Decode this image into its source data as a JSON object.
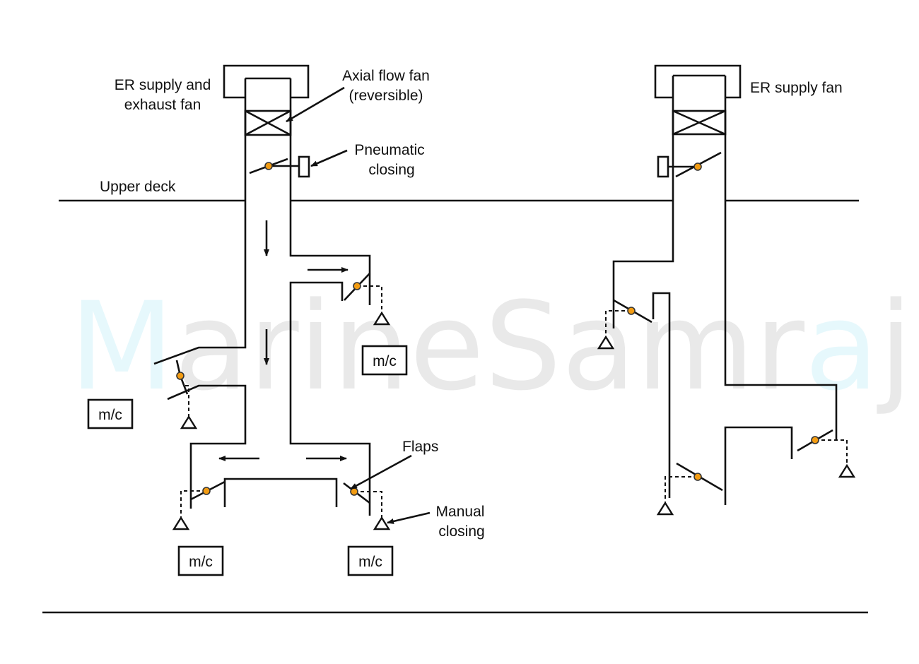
{
  "watermark": {
    "parts": [
      "M",
      "arine",
      "Samr",
      "a",
      "j"
    ],
    "accent_color": "#e6f8fc",
    "main_color": "#e9e9e9"
  },
  "labels": {
    "er_supply_exhaust_line1": "ER supply and",
    "er_supply_exhaust_line2": "exhaust fan",
    "axial_fan_line1": "Axial flow fan",
    "axial_fan_line2": "(reversible)",
    "pneumatic_line1": "Pneumatic",
    "pneumatic_line2": "closing",
    "upper_deck": "Upper deck",
    "er_supply_fan": "ER supply fan",
    "flaps": "Flaps",
    "manual_line1": "Manual",
    "manual_line2": "closing"
  },
  "machinery_boxes": [
    "m/c",
    "m/c",
    "m/c",
    "m/c"
  ],
  "colors": {
    "line": "#111111",
    "flap_pivot": "#f39c12",
    "background": "#ffffff"
  }
}
